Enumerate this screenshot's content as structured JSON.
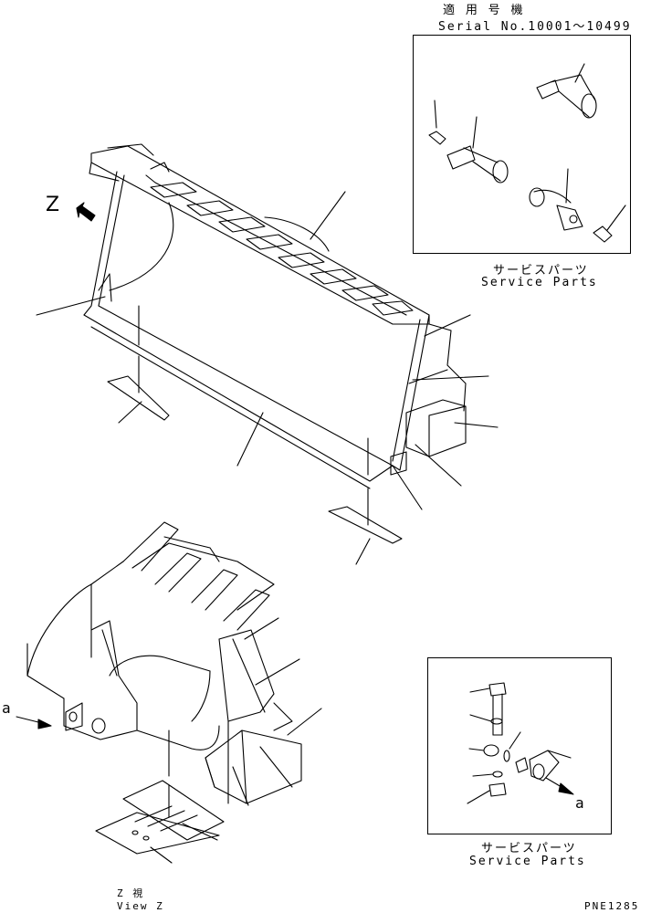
{
  "header": {
    "applicable_jp": "適 用 号 機",
    "serial": "Serial No.10001～10499"
  },
  "view_z_marker": "Z",
  "service_parts_top": {
    "jp": "サービスパーツ",
    "en": "Service Parts"
  },
  "service_parts_bottom": {
    "jp": "サービスパーツ",
    "en": "Service Parts"
  },
  "arrow_a_left": "a",
  "arrow_a_right": "a",
  "view_caption": {
    "jp": "Z  視",
    "en": "View Z"
  },
  "drawing_code": "PNE1285",
  "icons": [
    "arrow-icon",
    "bucket-drawing",
    "pin-drawing",
    "grease-fitting-drawing",
    "bolt-drawing"
  ]
}
